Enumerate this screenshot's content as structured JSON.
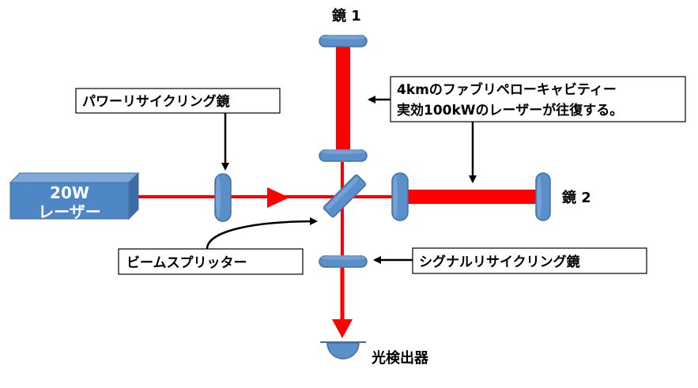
{
  "labels": {
    "mirror1": "鏡 1",
    "mirror2": "鏡 2",
    "power_recycling": "パワーリサイクリング鏡",
    "cavity_line1": "4kmのファブリペローキャビティー",
    "cavity_line2": "実効100kWのレーザーが往復する。",
    "laser_line1": "20W",
    "laser_line2": "レーザー",
    "beam_splitter": "ビームスプリッター",
    "signal_recycling": "シグナルリサイクリング鏡",
    "photodetector": "光検出器"
  },
  "colors": {
    "beam": "#ff0000",
    "optic_fill": "#5b8fc9",
    "optic_stroke": "#41719c",
    "laser_front": "#4f86c6",
    "laser_top": "#7fa9d9",
    "laser_side": "#3a6ea5"
  }
}
